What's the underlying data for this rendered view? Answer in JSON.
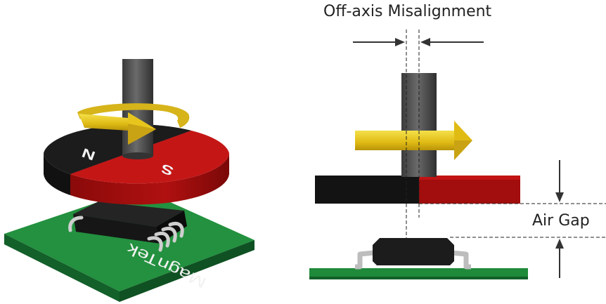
{
  "labels": {
    "misalignment": "Off-axis Misalignment",
    "air_gap": "Air Gap",
    "magnet_north": "N",
    "magnet_south": "S",
    "brand": "MagnTek"
  },
  "colors": {
    "pcb": "#1f8a3a",
    "pcb_dark": "#126028",
    "magnet_north": "#141414",
    "magnet_south": "#b00d0d",
    "shaft": "#4a4a4a",
    "rotation_arrow": "#e8c81a",
    "chip": "#1a1a1a",
    "pins": "#c8c8c8"
  }
}
